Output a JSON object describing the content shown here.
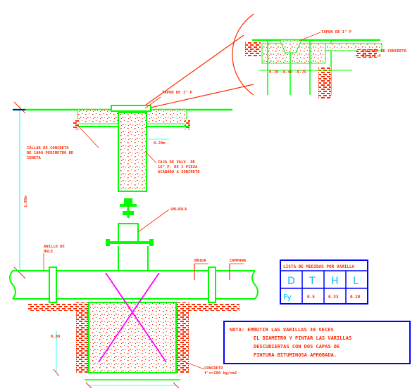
{
  "labels": {
    "tapon_top": "TAPON DE 1\" P",
    "tapon_main": "TAPON DE 1\" P",
    "collar": [
      "COLLAR DE CONCRETO",
      "DE 1000 PERIMETRO DE",
      "CUNETA"
    ],
    "caja": [
      "CAJA DE VALV. DE",
      "16\" P. DE 1 PIEZA",
      "ACABADO A CONCRETO"
    ],
    "valvula": "VALVULA",
    "anillo": [
      "ANILLO DE",
      "HULE"
    ],
    "tapon_r": "BRIDA",
    "campana": "CAMPANA",
    "concreto": [
      "CONCRETO",
      "f'c=100 kg/cm2"
    ],
    "dim_vertical": "1.00m",
    "dim_left_low": "0.80",
    "dim_small": "0.20m",
    "detail_right": [
      "RELLENO DE CONCRETO",
      "DE 1:2:4"
    ],
    "detail_dims": "0.70 .0.40 .0.75"
  },
  "table": {
    "title": "LISTA DE MEDIDAS POR VARILLA",
    "headers": [
      "D",
      "T",
      "H",
      "L"
    ],
    "row_label": "Fy",
    "values": [
      "0.5",
      "0.33",
      "0.20"
    ]
  },
  "note": {
    "lines": [
      "NOTA: EMBUTIR LAS VARILLAS 30 VECES",
      "EL DIAMETRO Y PINTAR LAS VARILLAS",
      "DESCUBIERTAS CON DOS CAPAS DE",
      "PINTURA BITUMINOSA APROBADA."
    ]
  },
  "colors": {
    "lines": "#00ff00",
    "hatch": "#ff2a00",
    "labels": "#ff2a00",
    "leaders": "#ff2a00",
    "dimensions": "#00ffff",
    "note_border": "#0000ff",
    "x_lines": "#ff00ff"
  }
}
